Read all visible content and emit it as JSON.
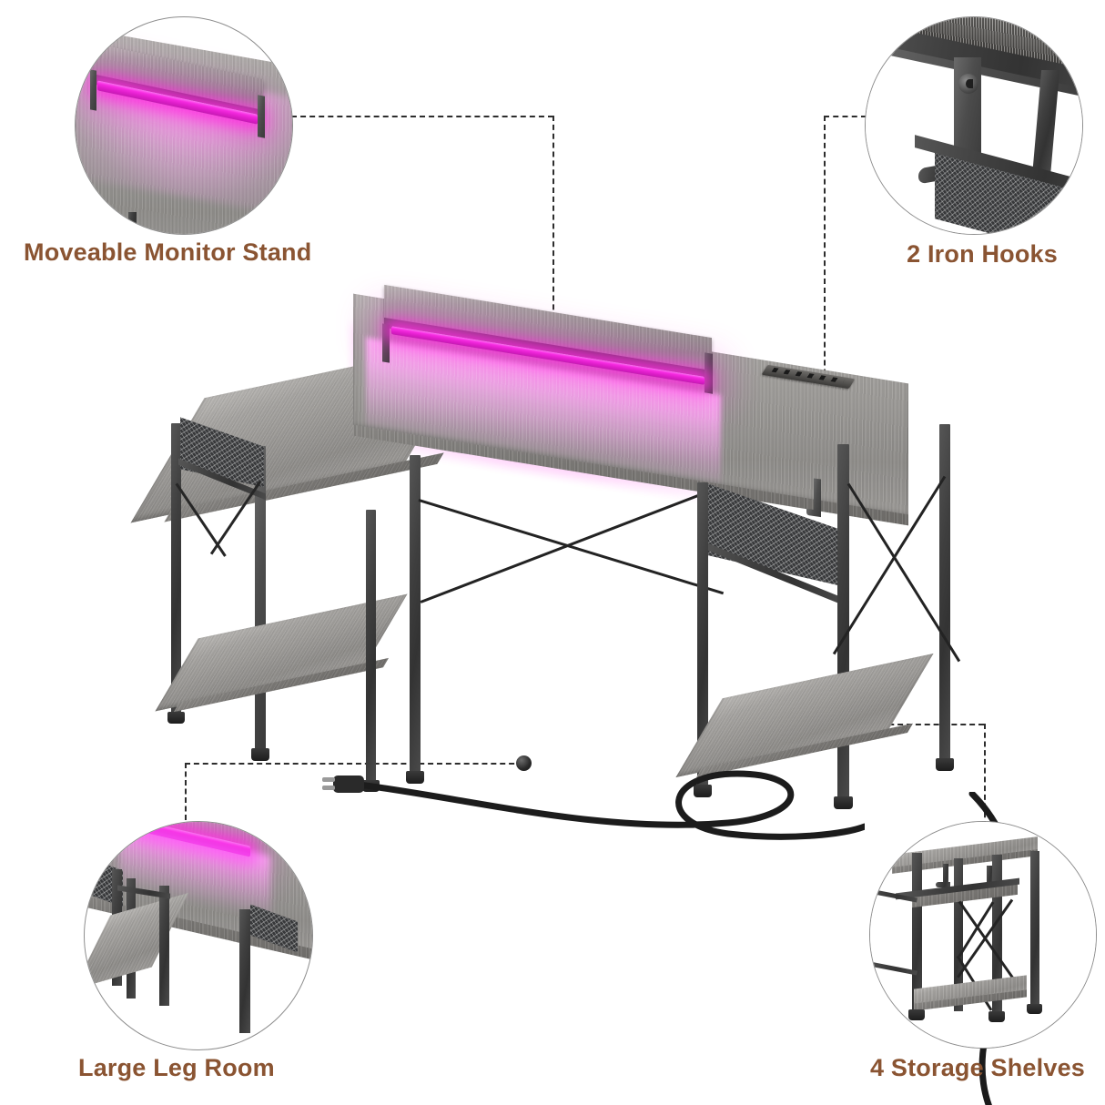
{
  "page": {
    "type": "product-feature-infographic",
    "background_color": "#ffffff",
    "label_color": "#8a5432",
    "led_color": "#f52ae0",
    "metal_color": "#3a3a3a",
    "wood_color": "#9b9996"
  },
  "callouts": [
    {
      "id": "moveable-monitor-stand",
      "label": "Moveable Monitor Stand",
      "position": "top-left",
      "icon": "monitor-stand-detail-photo",
      "detail": "Grey wood monitor riser shelf with magenta LED strip glowing underneath onto the desktop",
      "connector": {
        "from": "bubble-right-edge",
        "to": "monitor-stand-on-desk",
        "marker": "white-dot"
      }
    },
    {
      "id": "2-iron-hooks",
      "label": "2 Iron Hooks",
      "position": "top-right",
      "icon": "iron-hooks-detail-photo",
      "detail": "Two black iron hooks bolted under the desktop frame above the mesh shelf",
      "connector": {
        "from": "bubble-left-edge",
        "to": "hook-on-desk-side",
        "marker": "white-dot"
      }
    },
    {
      "id": "large-leg-room",
      "label": "Large Leg Room",
      "position": "bottom-left",
      "icon": "leg-room-detail-photo",
      "detail": "Underside view of the desk showing open knee clearance between the legs and LED glow above",
      "connector": {
        "from": "bubble-top-edge",
        "to": "power-cord-plug-area",
        "marker": "dark-dot"
      }
    },
    {
      "id": "4-storage-shelves",
      "label": "4 Storage Shelves",
      "position": "bottom-right",
      "icon": "storage-shelves-detail-photo",
      "detail": "Side frame view showing upper and lower wood shelves with X cross brace and hooks",
      "connector": {
        "from": "bubble-top-edge",
        "to": "lower-right-shelf",
        "marker": "white-dot"
      }
    }
  ],
  "hero": {
    "name": "LED computer desk with storage shelves",
    "parts": {
      "desktop": "grey rustic wood desktop",
      "monitor_riser": "moveable monitor stand",
      "led_strip": "magenta LED light strip",
      "power_outlet": "built-in power outlet strip on desktop",
      "left_mesh_shelf": "left metal mesh shelf",
      "right_mesh_shelf": "right metal mesh shelf",
      "left_bottom_shelf": "left lower wood shelf",
      "right_bottom_shelf": "right lower wood shelf",
      "x_brace": "X cross brace",
      "legs": "black metal legs with adjustable feet",
      "power_cord": "black power cord with plug"
    }
  }
}
